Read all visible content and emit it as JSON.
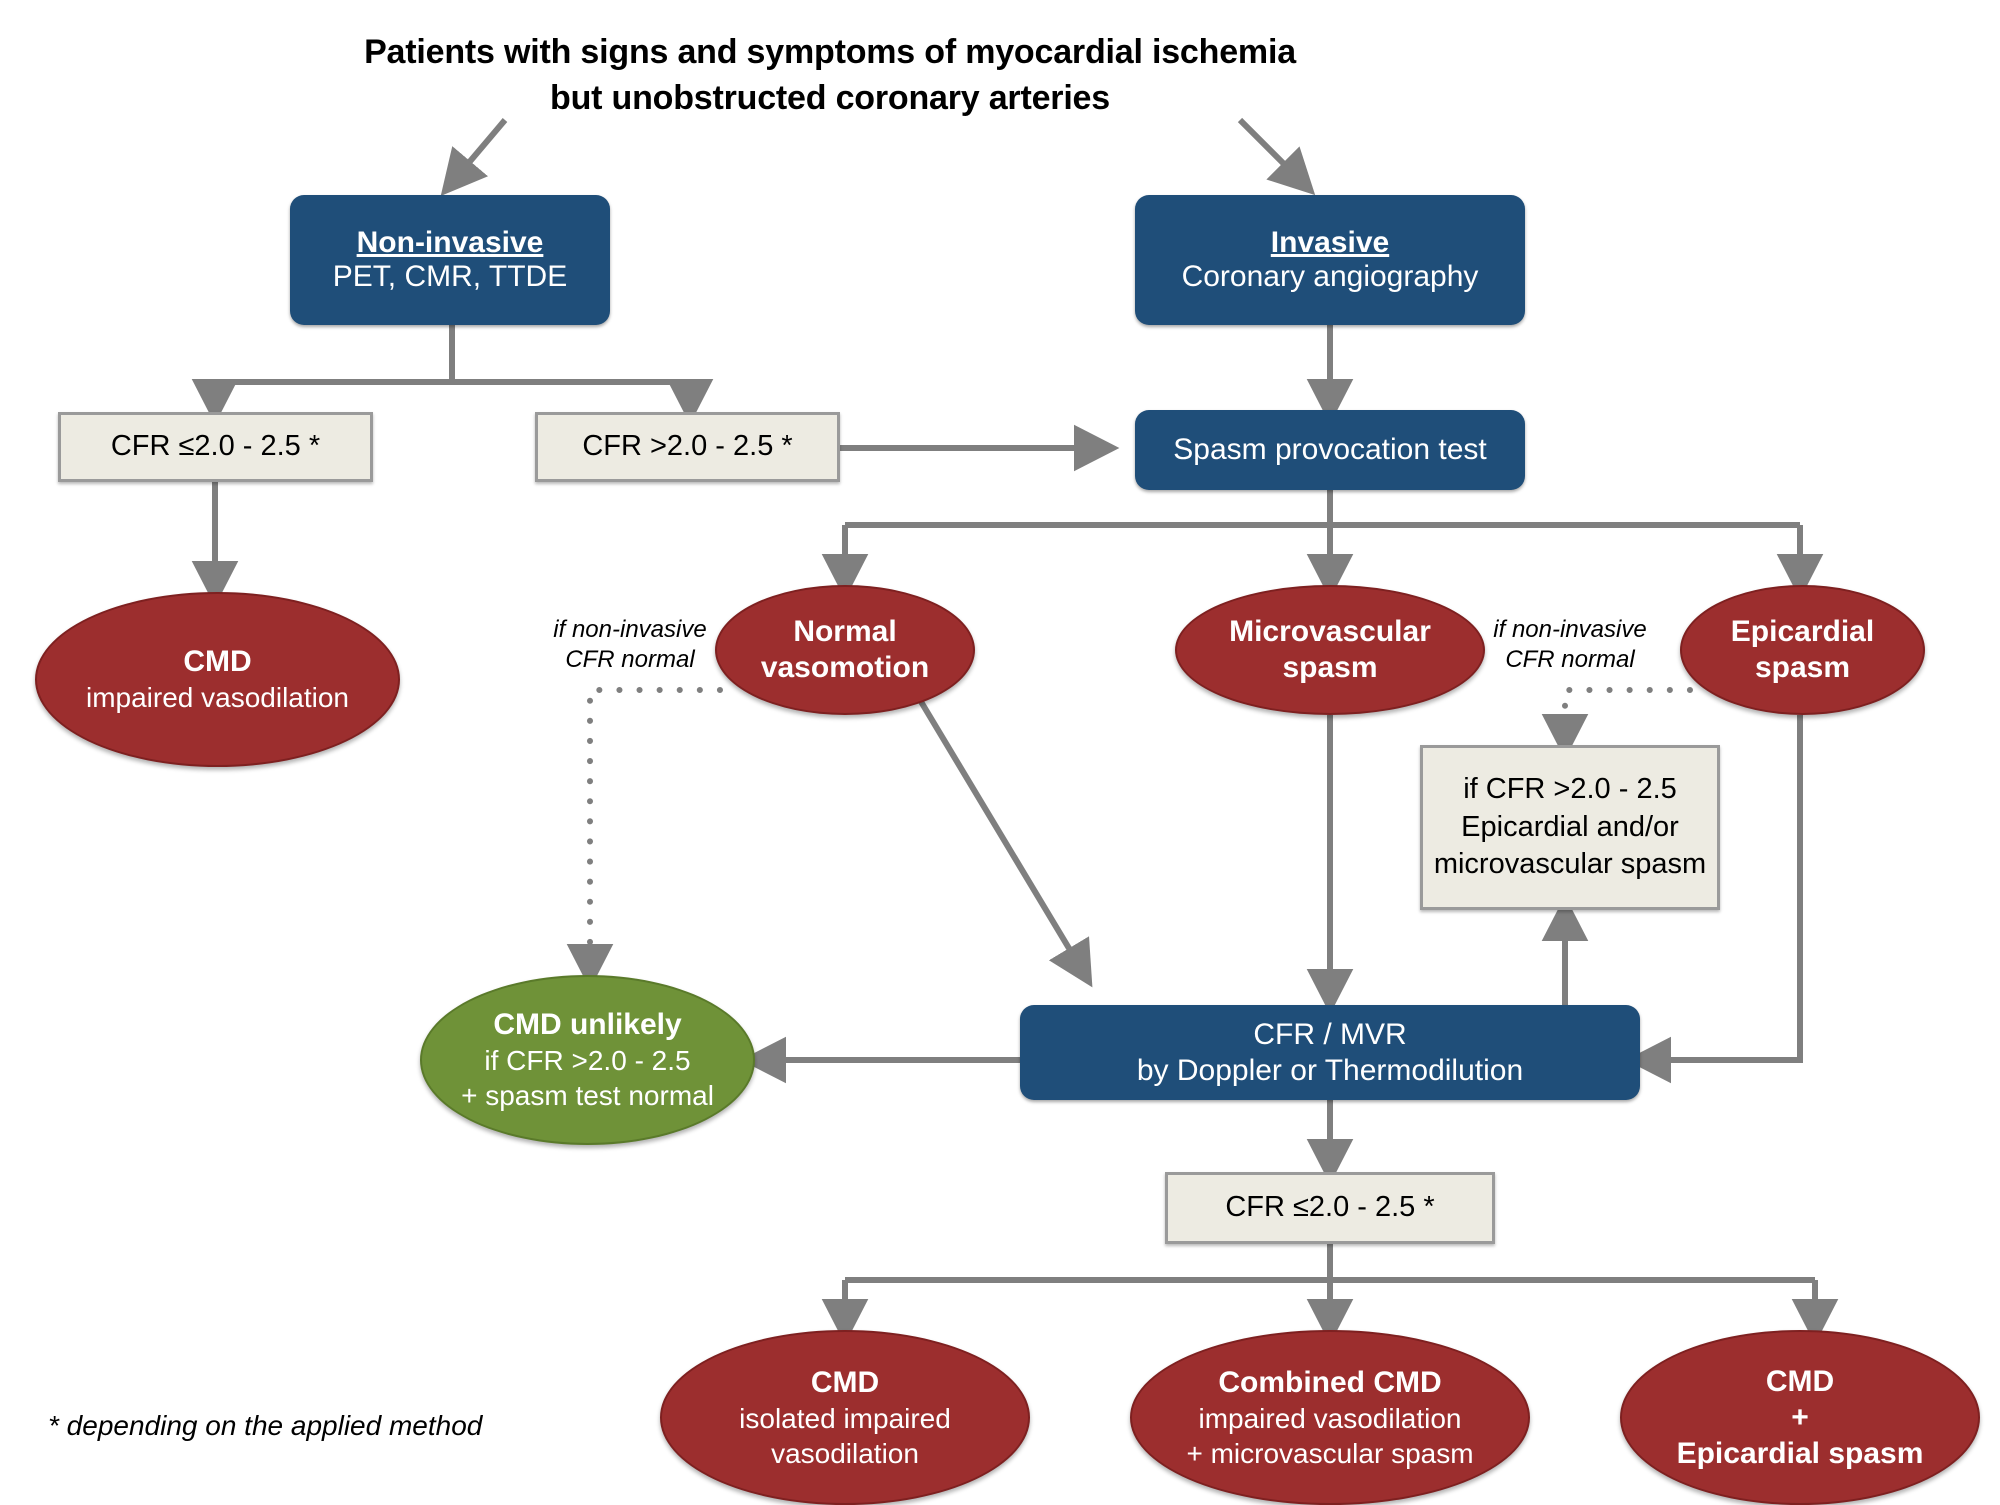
{
  "title": "Patients with signs and symptoms of myocardial ischemia\nbut unobstructed coronary arteries",
  "footnote": "* depending on the applied method",
  "colors": {
    "blue": "#1F4E79",
    "red": "#9C2E2E",
    "green": "#6F9238",
    "beige": "#EDEBE2",
    "connector": "#7F7F7F"
  },
  "nodes": {
    "noninvasive": {
      "heading": "Non-invasive",
      "sub": "PET, CMR, TTDE"
    },
    "invasive": {
      "heading": "Invasive",
      "sub": "Coronary angiography"
    },
    "cfr_low_left": {
      "text": "CFR ≤2.0 - 2.5 *"
    },
    "cfr_high_left": {
      "text": "CFR >2.0 - 2.5 *"
    },
    "spasm_provocation": {
      "text": "Spasm provocation test"
    },
    "cmd_left": {
      "heading": "CMD",
      "sub": "impaired vasodilation"
    },
    "normal_vasomotion": {
      "heading": "Normal\nvasomotion"
    },
    "microvascular_spasm": {
      "heading": "Microvascular\nspasm"
    },
    "epicardial_spasm": {
      "heading": "Epicardial\nspasm"
    },
    "epi_micro_box": {
      "l1": "if CFR >2.0 - 2.5",
      "l2": "Epicardial and/or",
      "l3": "microvascular spasm"
    },
    "cmd_unlikely": {
      "heading": "CMD unlikely",
      "s1": "if CFR >2.0 - 2.5",
      "s2": "+ spasm test normal"
    },
    "cfr_mvr": {
      "heading": "CFR / MVR",
      "sub": "by Doppler or Thermodilution"
    },
    "cfr_low_bottom": {
      "text": "CFR ≤2.0 - 2.5 *"
    },
    "cmd_isolated": {
      "heading": "CMD",
      "s1": "isolated impaired",
      "s2": "vasodilation"
    },
    "combined_cmd": {
      "heading": "Combined CMD",
      "s1": "impaired vasodilation",
      "s2": "+ microvascular spasm"
    },
    "cmd_epicardial": {
      "h1": "CMD",
      "h2": "+",
      "h3": "Epicardial spasm"
    }
  },
  "annotations": {
    "left_dotted": "if non-invasive\nCFR normal",
    "right_dotted": "if non-invasive\nCFR normal"
  }
}
